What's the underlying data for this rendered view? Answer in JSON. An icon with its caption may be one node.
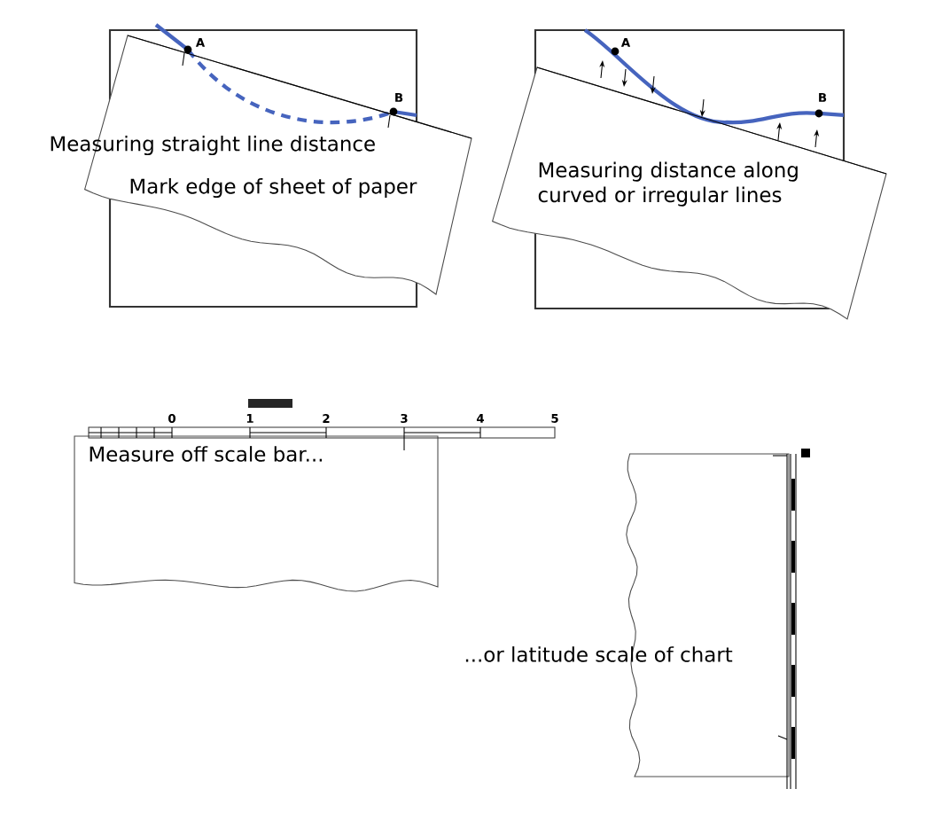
{
  "diagram": {
    "labels": [
      "A",
      "B",
      "Measuring straight line distance",
      "Mark edge of sheet of paper",
      "A",
      "B",
      "Measuring distance along curved or irregular lines",
      "0",
      "1",
      "2",
      "3",
      "4",
      "5",
      "Measure off scale bar...",
      "...or latitude scale of chart"
    ]
  }
}
